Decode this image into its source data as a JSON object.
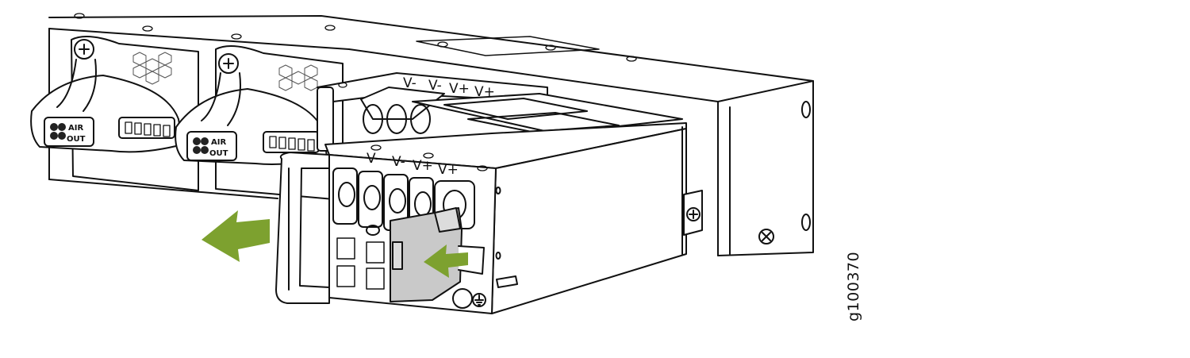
{
  "figure_id": "g100370",
  "fan_labels": [
    {
      "line1": "AIR",
      "line2": "OUT"
    },
    {
      "line1": "AIR",
      "line2": "OUT"
    }
  ],
  "rear_psu_terminals": [
    "V-",
    "V-",
    "V+",
    "V+"
  ],
  "front_psu_terminals": [
    "V-",
    "V-",
    "V+",
    "V+"
  ],
  "colors": {
    "arrow": "#7da12f",
    "outline": "#111111",
    "cover": "#c9c9c9",
    "background": "#ffffff"
  },
  "icons": [
    "fan-icon",
    "ground-icon",
    "screw-icon",
    "pull-arrow-icon",
    "push-arrow-icon"
  ]
}
